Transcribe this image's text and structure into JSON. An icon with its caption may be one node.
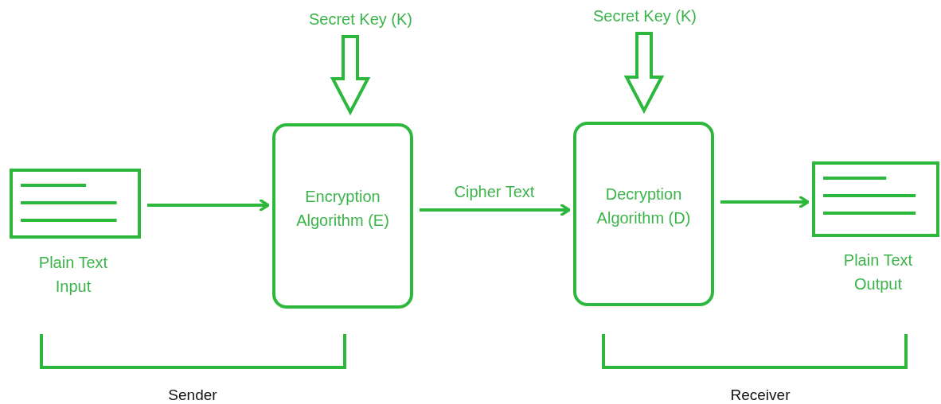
{
  "diagram": {
    "nodes": [
      {
        "text": [],
        "shape": "box",
        "beside": [
          "Plain Text Input"
        ]
      },
      {
        "text": [
          "Secret Key (K)"
        ]
      },
      {
        "text": [
          "Encryption Algorithm (E)"
        ]
      },
      {
        "text": [
          "Secret Key (K)"
        ]
      },
      {
        "text": [
          "Decryption Algorithm (D)"
        ]
      },
      {
        "text": [],
        "shape": "box",
        "beside": [
          "Plain Text Output"
        ]
      }
    ],
    "edges": [
      {
        "from": 0,
        "to": 2,
        "arrow": "to"
      },
      {
        "from": 1,
        "to": 2,
        "arrow": "to",
        "style": "thick"
      },
      {
        "from": 2,
        "to": 4,
        "arrow": "to",
        "label": "Cipher Text"
      },
      {
        "from": 3,
        "to": 4,
        "arrow": "to",
        "style": "thick"
      },
      {
        "from": 4,
        "to": 5,
        "arrow": "to"
      }
    ],
    "labels": [
      "Sender",
      "Receiver"
    ]
  }
}
